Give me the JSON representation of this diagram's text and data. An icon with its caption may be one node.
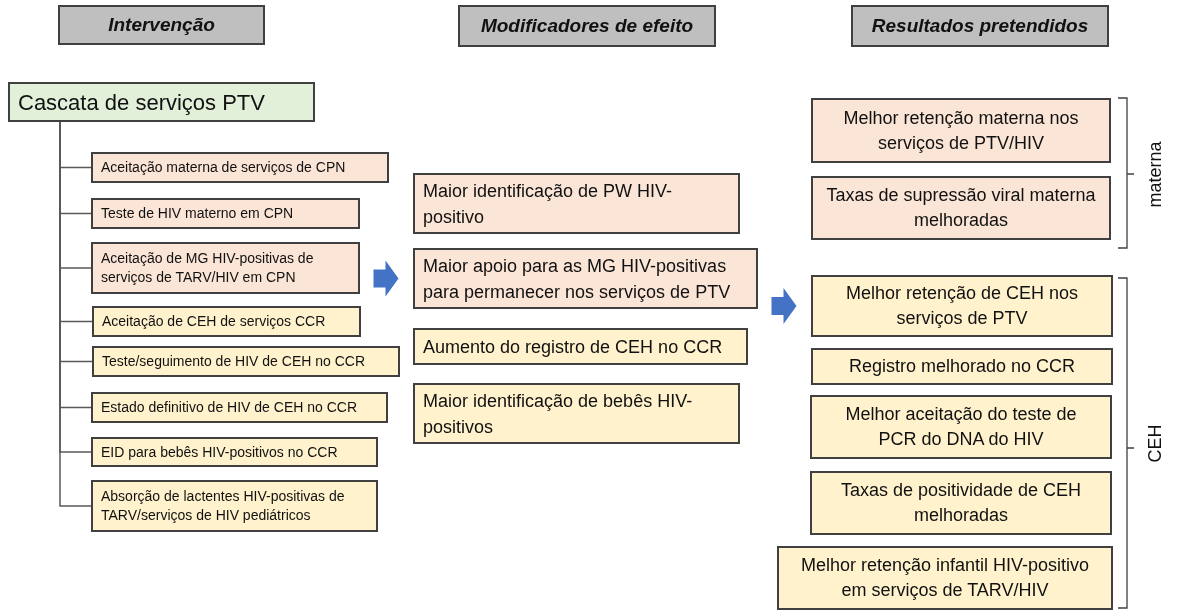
{
  "diagram": {
    "nodes": [
      {
        "text": [
          "Intervenção"
        ]
      },
      {
        "text": [
          "Modificadores de efeito"
        ]
      },
      {
        "text": [
          "Resultados pretendidos"
        ]
      },
      {
        "text": [
          "Cascata de serviços PTV"
        ]
      },
      {
        "text": [
          "Aceitação materna de serviços de CPN"
        ]
      },
      {
        "text": [
          "Teste de HIV materno em CPN"
        ]
      },
      {
        "text": [
          "Aceitação de MG HIV-positivas de serviços de TARV/HIV em CPN"
        ]
      },
      {
        "text": [
          "Aceitação de CEH de serviços CCR"
        ]
      },
      {
        "text": [
          "Teste/seguimento de HIV de CEH no CCR"
        ]
      },
      {
        "text": [
          "Estado definitivo de HIV de CEH no CCR"
        ]
      },
      {
        "text": [
          "EID para bebês HIV-positivos no CCR"
        ]
      },
      {
        "text": [
          "Absorção de lactentes HIV-positivas de TARV/serviços de HIV pediátricos"
        ]
      },
      {
        "text": [
          "Maior identificação de PW HIV-positivo"
        ]
      },
      {
        "text": [
          "Maior apoio para as MG HIV-positivas para permanecer nos serviços de PTV"
        ]
      },
      {
        "text": [
          "Aumento do registro de CEH no CCR"
        ]
      },
      {
        "text": [
          "Maior identificação de bebês HIV-positivos"
        ]
      },
      {
        "text": [
          "Melhor retenção materna nos serviços de PTV/HIV"
        ]
      },
      {
        "text": [
          "Taxas de supressão viral materna melhoradas"
        ]
      },
      {
        "text": [
          "Melhor retenção de CEH nos serviços de PTV"
        ]
      },
      {
        "text": [
          "Registro melhorado no CCR"
        ]
      },
      {
        "text": [
          "Melhor aceitação do teste de PCR do DNA do HIV"
        ]
      },
      {
        "text": [
          "Taxas de positividade de CEH melhoradas"
        ]
      },
      {
        "text": [
          "Melhor retenção infantil HIV-positivo em serviços de TARV/HIV"
        ]
      }
    ],
    "edges": [
      {
        "from": 3,
        "to": 4,
        "arrow": "none"
      },
      {
        "from": 3,
        "to": 5,
        "arrow": "none"
      },
      {
        "from": 3,
        "to": 6,
        "arrow": "none"
      },
      {
        "from": 3,
        "to": 7,
        "arrow": "none"
      },
      {
        "from": 3,
        "to": 8,
        "arrow": "none"
      },
      {
        "from": 3,
        "to": 9,
        "arrow": "none"
      },
      {
        "from": 3,
        "to": 10,
        "arrow": "none"
      },
      {
        "from": 3,
        "to": 11,
        "arrow": "none"
      },
      {
        "from": 6,
        "to": 13,
        "arrow": "to",
        "style": "thick",
        "color": "#4472c4"
      },
      {
        "from": 13,
        "to": 18,
        "arrow": "to",
        "style": "thick",
        "color": "#4472c4"
      }
    ],
    "labels": [
      "materna",
      "CEH"
    ]
  }
}
